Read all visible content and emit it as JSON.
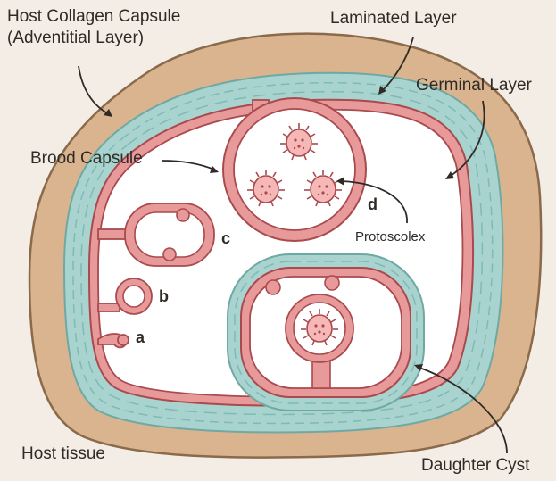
{
  "colors": {
    "background": "#f3ede6",
    "host_tissue": "#d9b48e",
    "host_tissue_edge": "#8a6a4a",
    "laminated_layer": "#a9d3cf",
    "laminated_stripe": "#7fbab5",
    "germinal_layer": "#e79a99",
    "germinal_edge": "#a94a4e",
    "cyst_interior": "#ffffff",
    "protoscolex": "#f5b8b6",
    "text": "#2f2a26"
  },
  "labels": {
    "host_capsule_line1": "Host Collagen Capsule",
    "host_capsule_line2": "(Adventitial Layer)",
    "laminated_layer": "Laminated Layer",
    "germinal_layer": "Germinal Layer",
    "brood_capsule": "Brood Capsule",
    "protoscolex": "Protoscolex",
    "host_tissue": "Host tissue",
    "daughter_cyst": "Daughter Cyst",
    "stage_a": "a",
    "stage_b": "b",
    "stage_c": "c",
    "stage_d": "d"
  }
}
